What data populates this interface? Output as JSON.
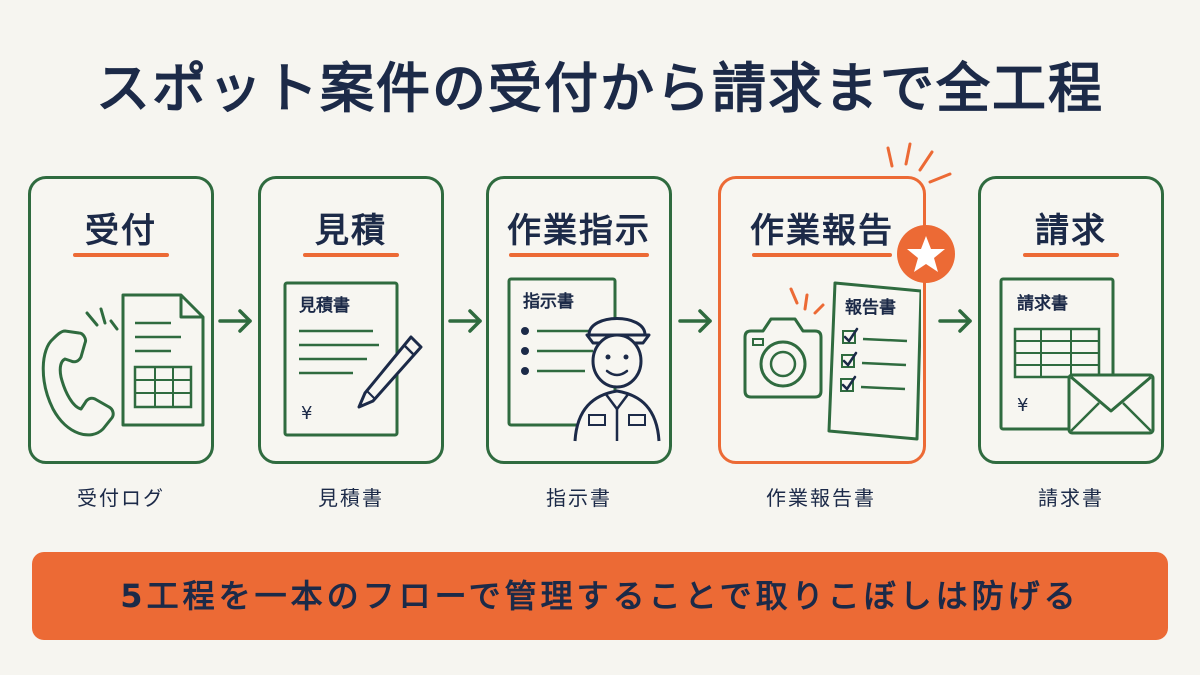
{
  "title": "スポット案件の受付から請求まで全工程",
  "steps": [
    {
      "title": "受付",
      "caption": "受付ログ",
      "icons": [
        "phone-icon",
        "form-document-icon"
      ]
    },
    {
      "title": "見積",
      "caption": "見積書",
      "doc_label": "見積書",
      "currency": "¥",
      "icons": [
        "estimate-document-icon",
        "pencil-icon"
      ]
    },
    {
      "title": "作業指示",
      "caption": "指示書",
      "doc_label": "指示書",
      "icons": [
        "instruction-document-icon",
        "worker-icon"
      ]
    },
    {
      "title": "作業報告",
      "caption": "作業報告書",
      "doc_label": "報告書",
      "highlighted": true,
      "icons": [
        "camera-icon",
        "checklist-report-icon",
        "star-badge-icon"
      ]
    },
    {
      "title": "請求",
      "caption": "請求書",
      "doc_label": "請求書",
      "currency": "¥",
      "icons": [
        "invoice-document-icon",
        "envelope-icon"
      ]
    }
  ],
  "banner": {
    "text": "5工程を一本のフローで管理することで取りこぼしは防げる"
  },
  "colors": {
    "navy": "#1c2a48",
    "green": "#2f6b3f",
    "orange": "#ec6a35",
    "background": "#f6f5f0"
  }
}
